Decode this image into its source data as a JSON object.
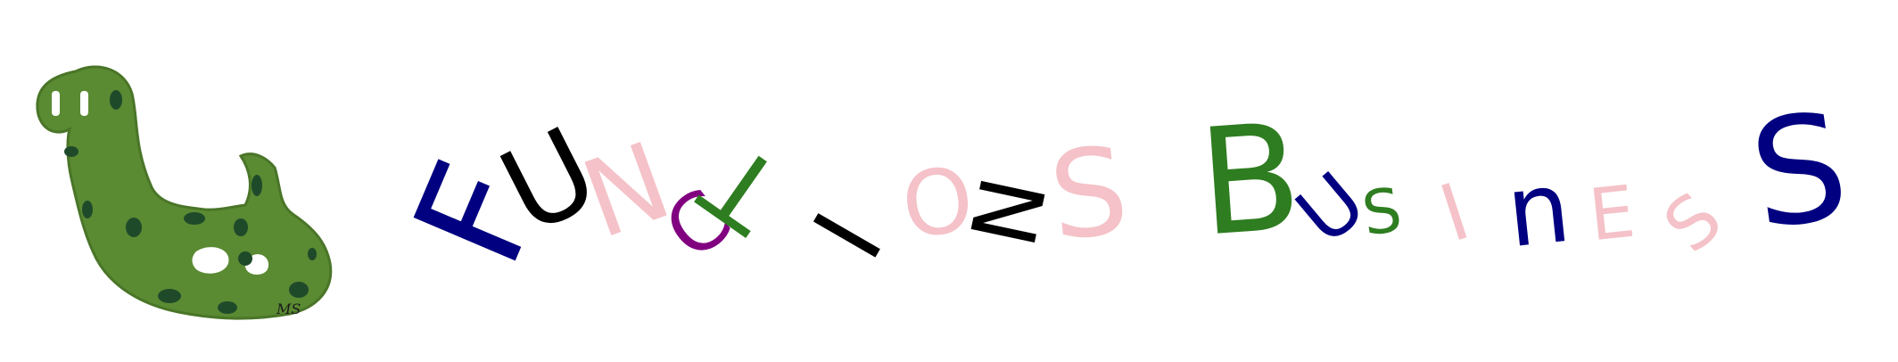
{
  "banner": {
    "words": [
      {
        "text": "FUNCTIONS",
        "letters": [
          {
            "char": "F",
            "color": "#000080"
          },
          {
            "char": "U",
            "color": "#000000"
          },
          {
            "char": "N",
            "color": "#f4c2c8"
          },
          {
            "char": "C",
            "color": "#800080"
          },
          {
            "char": "T",
            "color": "#2e7d20"
          },
          {
            "char": "I",
            "color": "#000000"
          },
          {
            "char": "O",
            "color": "#f4c2c8"
          },
          {
            "char": "N",
            "color": "#000000"
          },
          {
            "char": "S",
            "color": "#f4c2c8"
          }
        ]
      },
      {
        "text": "BUSINESS",
        "letters": [
          {
            "char": "B",
            "color": "#2e7d20"
          },
          {
            "char": "U",
            "color": "#000080"
          },
          {
            "char": "S",
            "color": "#2e7d20"
          },
          {
            "char": "I",
            "color": "#f4c2c8"
          },
          {
            "char": "n",
            "color": "#000080"
          },
          {
            "char": "E",
            "color": "#f4c2c8"
          },
          {
            "char": "S",
            "color": "#f4c2c8"
          },
          {
            "char": "S",
            "color": "#000080"
          }
        ]
      }
    ]
  },
  "logo": {
    "icon": "green-dinosaur-illustration",
    "colors": {
      "body": "#5a8a32",
      "outline": "#4a7528",
      "spots": "#1f4a2a"
    },
    "signature": "MS"
  }
}
